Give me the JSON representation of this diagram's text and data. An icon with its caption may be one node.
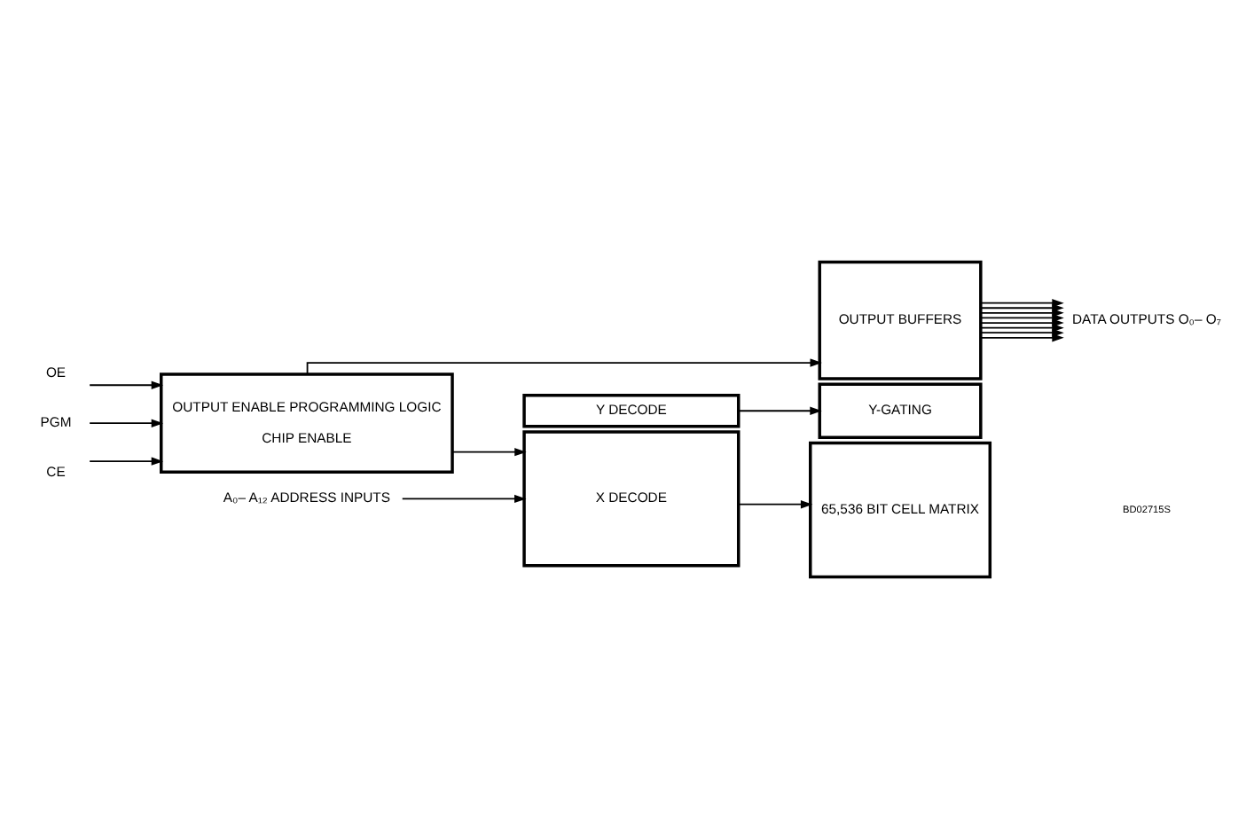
{
  "diagram": {
    "nodes": [
      {
        "text": [
          "OE"
        ]
      },
      {
        "text": [
          "PGM"
        ]
      },
      {
        "text": [
          "CE"
        ]
      },
      {
        "text": [
          "OUTPUT ENABLE PROGRAMMING LOGIC",
          "CHIP ENABLE"
        ]
      },
      {
        "text": [
          "Y DECODE"
        ]
      },
      {
        "text": [
          "X DECODE"
        ]
      },
      {
        "text": [
          "A₀– A₁₂ ADDRESS INPUTS"
        ]
      },
      {
        "text": [
          "OUTPUT BUFFERS"
        ]
      },
      {
        "text": [
          "Y-GATING"
        ]
      },
      {
        "text": [
          "65,536 BIT CELL MATRIX"
        ]
      },
      {
        "text": [
          "DATA OUTPUTS O₀– O₇"
        ]
      }
    ],
    "edges": [
      {
        "from": 0,
        "to": 3,
        "arrow": "to"
      },
      {
        "from": 1,
        "to": 3,
        "arrow": "to"
      },
      {
        "from": 2,
        "to": 3,
        "arrow": "to"
      },
      {
        "from": 3,
        "to": 7,
        "arrow": "to"
      },
      {
        "from": 3,
        "to": 5,
        "arrow": "to"
      },
      {
        "from": 4,
        "to": 8,
        "arrow": "to"
      },
      {
        "from": 6,
        "to": 5,
        "arrow": "to"
      },
      {
        "from": 5,
        "to": 9,
        "arrow": "to"
      },
      {
        "from": 7,
        "to": 10,
        "arrow": "to"
      },
      {
        "from": 7,
        "to": 10,
        "arrow": "to"
      },
      {
        "from": 7,
        "to": 10,
        "arrow": "to"
      },
      {
        "from": 7,
        "to": 10,
        "arrow": "to"
      },
      {
        "from": 7,
        "to": 10,
        "arrow": "to"
      },
      {
        "from": 7,
        "to": 10,
        "arrow": "to"
      },
      {
        "from": 7,
        "to": 10,
        "arrow": "to"
      },
      {
        "from": 7,
        "to": 10,
        "arrow": "to"
      }
    ],
    "labels": [
      "BD02715S"
    ]
  }
}
